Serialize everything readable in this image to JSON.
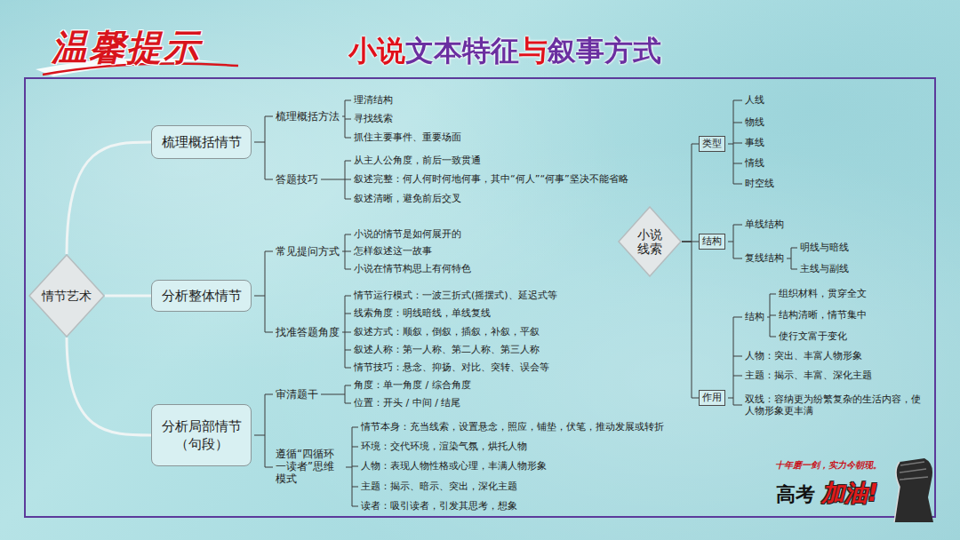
{
  "diagram": {
    "title": "小说文本特征与叙事方式",
    "nodes": [
      {
        "text": [
          "情节艺术"
        ]
      },
      {
        "text": [
          "梳理概括情节"
        ]
      },
      {
        "text": [
          "分析整体情节"
        ]
      },
      {
        "text": [
          "分析局部情节 （句段）"
        ]
      },
      {
        "text": [
          "小说 线索"
        ]
      },
      {
        "text": [
          "类型"
        ]
      },
      {
        "text": [
          "结构"
        ]
      },
      {
        "text": [
          "作用"
        ]
      }
    ],
    "edges": [
      {
        "from": 0,
        "to": 1,
        "arrow": "none"
      },
      {
        "from": 0,
        "to": 2,
        "arrow": "none"
      },
      {
        "from": 0,
        "to": 3,
        "arrow": "none"
      },
      {
        "from": 4,
        "to": 5,
        "arrow": "none"
      },
      {
        "from": 4,
        "to": 6,
        "arrow": "none"
      },
      {
        "from": 4,
        "to": 7,
        "arrow": "none"
      }
    ],
    "labels": [
      "温馨提示",
      "梳理概括方法",
      "理清结构",
      "寻找线索",
      "抓住主要事件、重要场面",
      "答题技巧",
      "从主人公角度，前后一致贯通",
      "叙述完整：何人何时何地何事，其中“何人”“何事”坚决不能省略",
      "叙述清晰，避免前后交叉",
      "常见提问方式",
      "小说的情节是如何展开的",
      "怎样叙述这一故事",
      "小说在情节构思上有何特色",
      "找准答题角度",
      "情节运行模式：一波三折式(摇摆式)、延迟式等",
      "线索角度：明线暗线，单线复线",
      "叙述方式：顺叙，倒叙，插叙，补叙，平叙",
      "叙述人称：第一人称、第二人称、第三人称",
      "情节技巧：悬念、抑扬、对比、突转、误会等",
      "审清题干",
      "角度：单一角度 / 综合角度",
      "位置：开头 / 中间 / 结尾",
      "遵循“四循环一读者”思维模式",
      "情节本身：充当线索，设置悬念，照应，铺垫，伏笔，推动发展或转折",
      "环境：交代环境，渲染气氛，烘托人物",
      "人物：表现人物性格或心理，丰满人物形象",
      "主题：揭示、暗示、突出，深化主题",
      "读者：吸引读者，引发其思考，想象",
      "人线",
      "物线",
      "事线",
      "情线",
      "时空线",
      "单线结构",
      "复线结构",
      "明线与暗线",
      "主线与副线",
      "结构",
      "组织材料，贯穿全文",
      "结构清晰，情节集中",
      "使行文富于变化",
      "人物：突出、丰富人物形象",
      "主题：揭示、丰富、深化主题",
      "双线：容纳更为纷繁复杂的生活内容，使人物形象更丰满",
      "十年磨一剑，实力今朝现。",
      "高考",
      "加油!"
    ]
  }
}
